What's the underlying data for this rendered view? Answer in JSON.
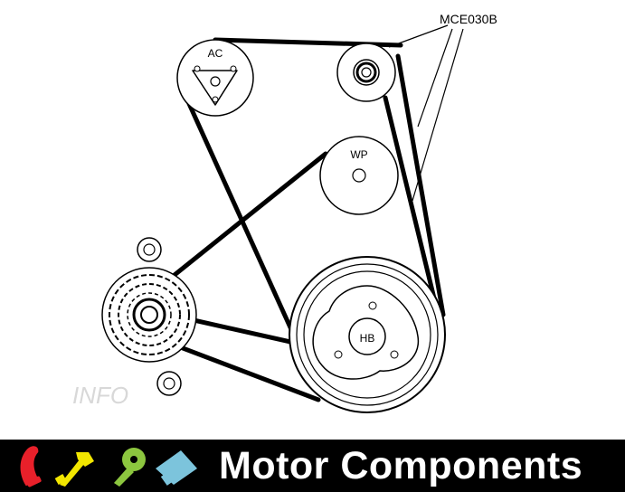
{
  "diagram": {
    "part_code": "MCE030B",
    "pulleys": {
      "ac": "AC",
      "wp": "WP",
      "hb": "HB"
    },
    "watermark": "INFO"
  },
  "banner": {
    "title": "Motor Components",
    "icons": [
      "red-part-icon",
      "yellow-part-icon",
      "green-part-icon",
      "blue-part-icon"
    ],
    "colors": {
      "background": "#000000",
      "text": "#ffffff",
      "red": "#e8202a",
      "yellow": "#f2e600",
      "green": "#8cc63f",
      "blue": "#7cc4dc"
    }
  }
}
